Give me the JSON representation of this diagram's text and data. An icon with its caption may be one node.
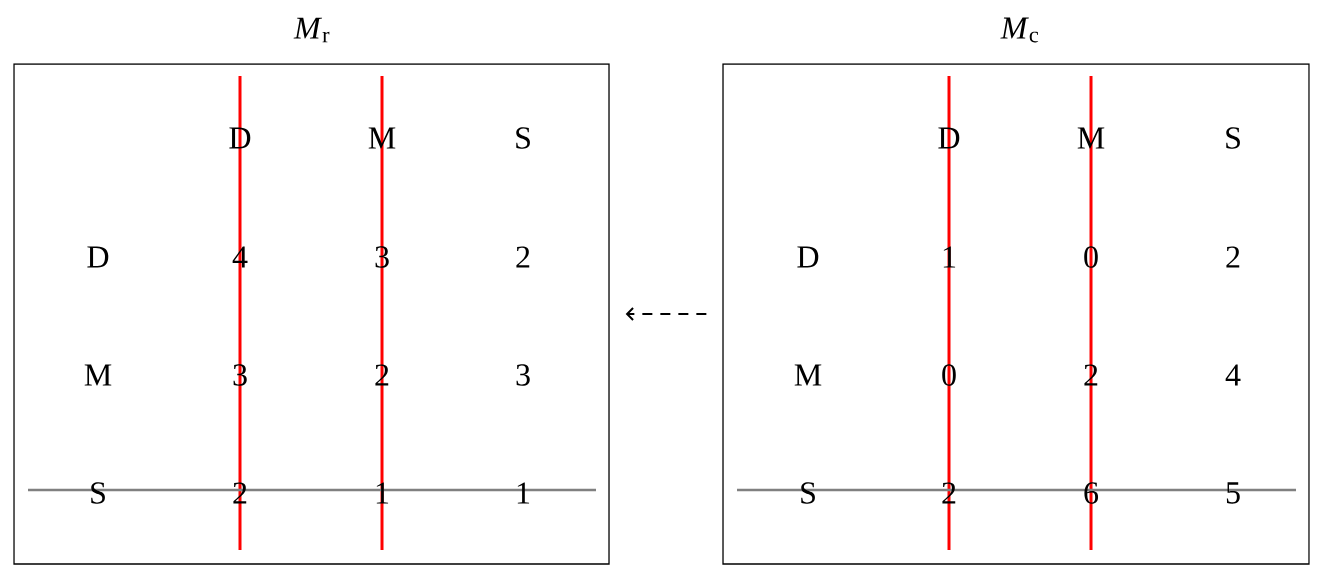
{
  "diagram": {
    "nodes": [
      {
        "text": [
          "*M*$_{r}$"
        ]
      },
      {
        "text": [
          "*M*$_{c}$"
        ]
      }
    ],
    "edges": [
      {
        "from": 1,
        "to": 0,
        "arrow": "to",
        "style": "dashed"
      }
    ],
    "labels": [
      "D",
      "M",
      "S",
      "D",
      "4",
      "3",
      "2",
      "M",
      "3",
      "2",
      "3",
      "S",
      "2",
      "1",
      "1",
      "D",
      "M",
      "S",
      "D",
      "1",
      "0",
      "2",
      "M",
      "0",
      "2",
      "4",
      "S",
      "2",
      "6",
      "5"
    ]
  }
}
